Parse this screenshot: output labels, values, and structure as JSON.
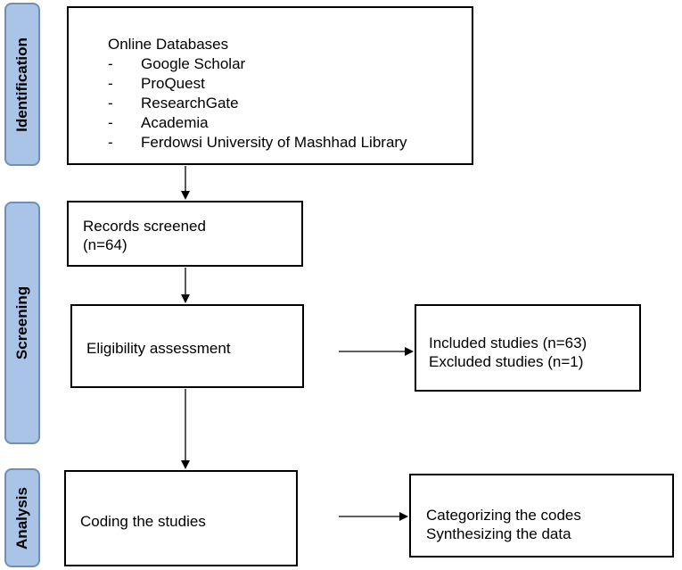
{
  "phases": {
    "identification": "Identification",
    "screening": "Screening",
    "analysis": "Analysis"
  },
  "identification_box": {
    "heading": "Online Databases",
    "bullet": "-",
    "items": [
      "Google Scholar",
      "ProQuest",
      "ResearchGate",
      "Academia",
      "Ferdowsi University of Mashhad Library"
    ]
  },
  "records_box": {
    "line1": "Records screened",
    "line2": "(n=64)"
  },
  "eligibility_box": {
    "text": "Eligibility assessment"
  },
  "outcome_box": {
    "line1": "Included studies (n=63)",
    "line2": "Excluded studies (n=1)"
  },
  "coding_box": {
    "text": "Coding the studies"
  },
  "synthesis_box": {
    "line1": "Categorizing the codes",
    "line2": "Synthesizing the data"
  },
  "colors": {
    "phase_fill": "#a9c4e6",
    "phase_border": "#6f8fb8",
    "box_border": "#000000",
    "arrow": "#000000"
  }
}
